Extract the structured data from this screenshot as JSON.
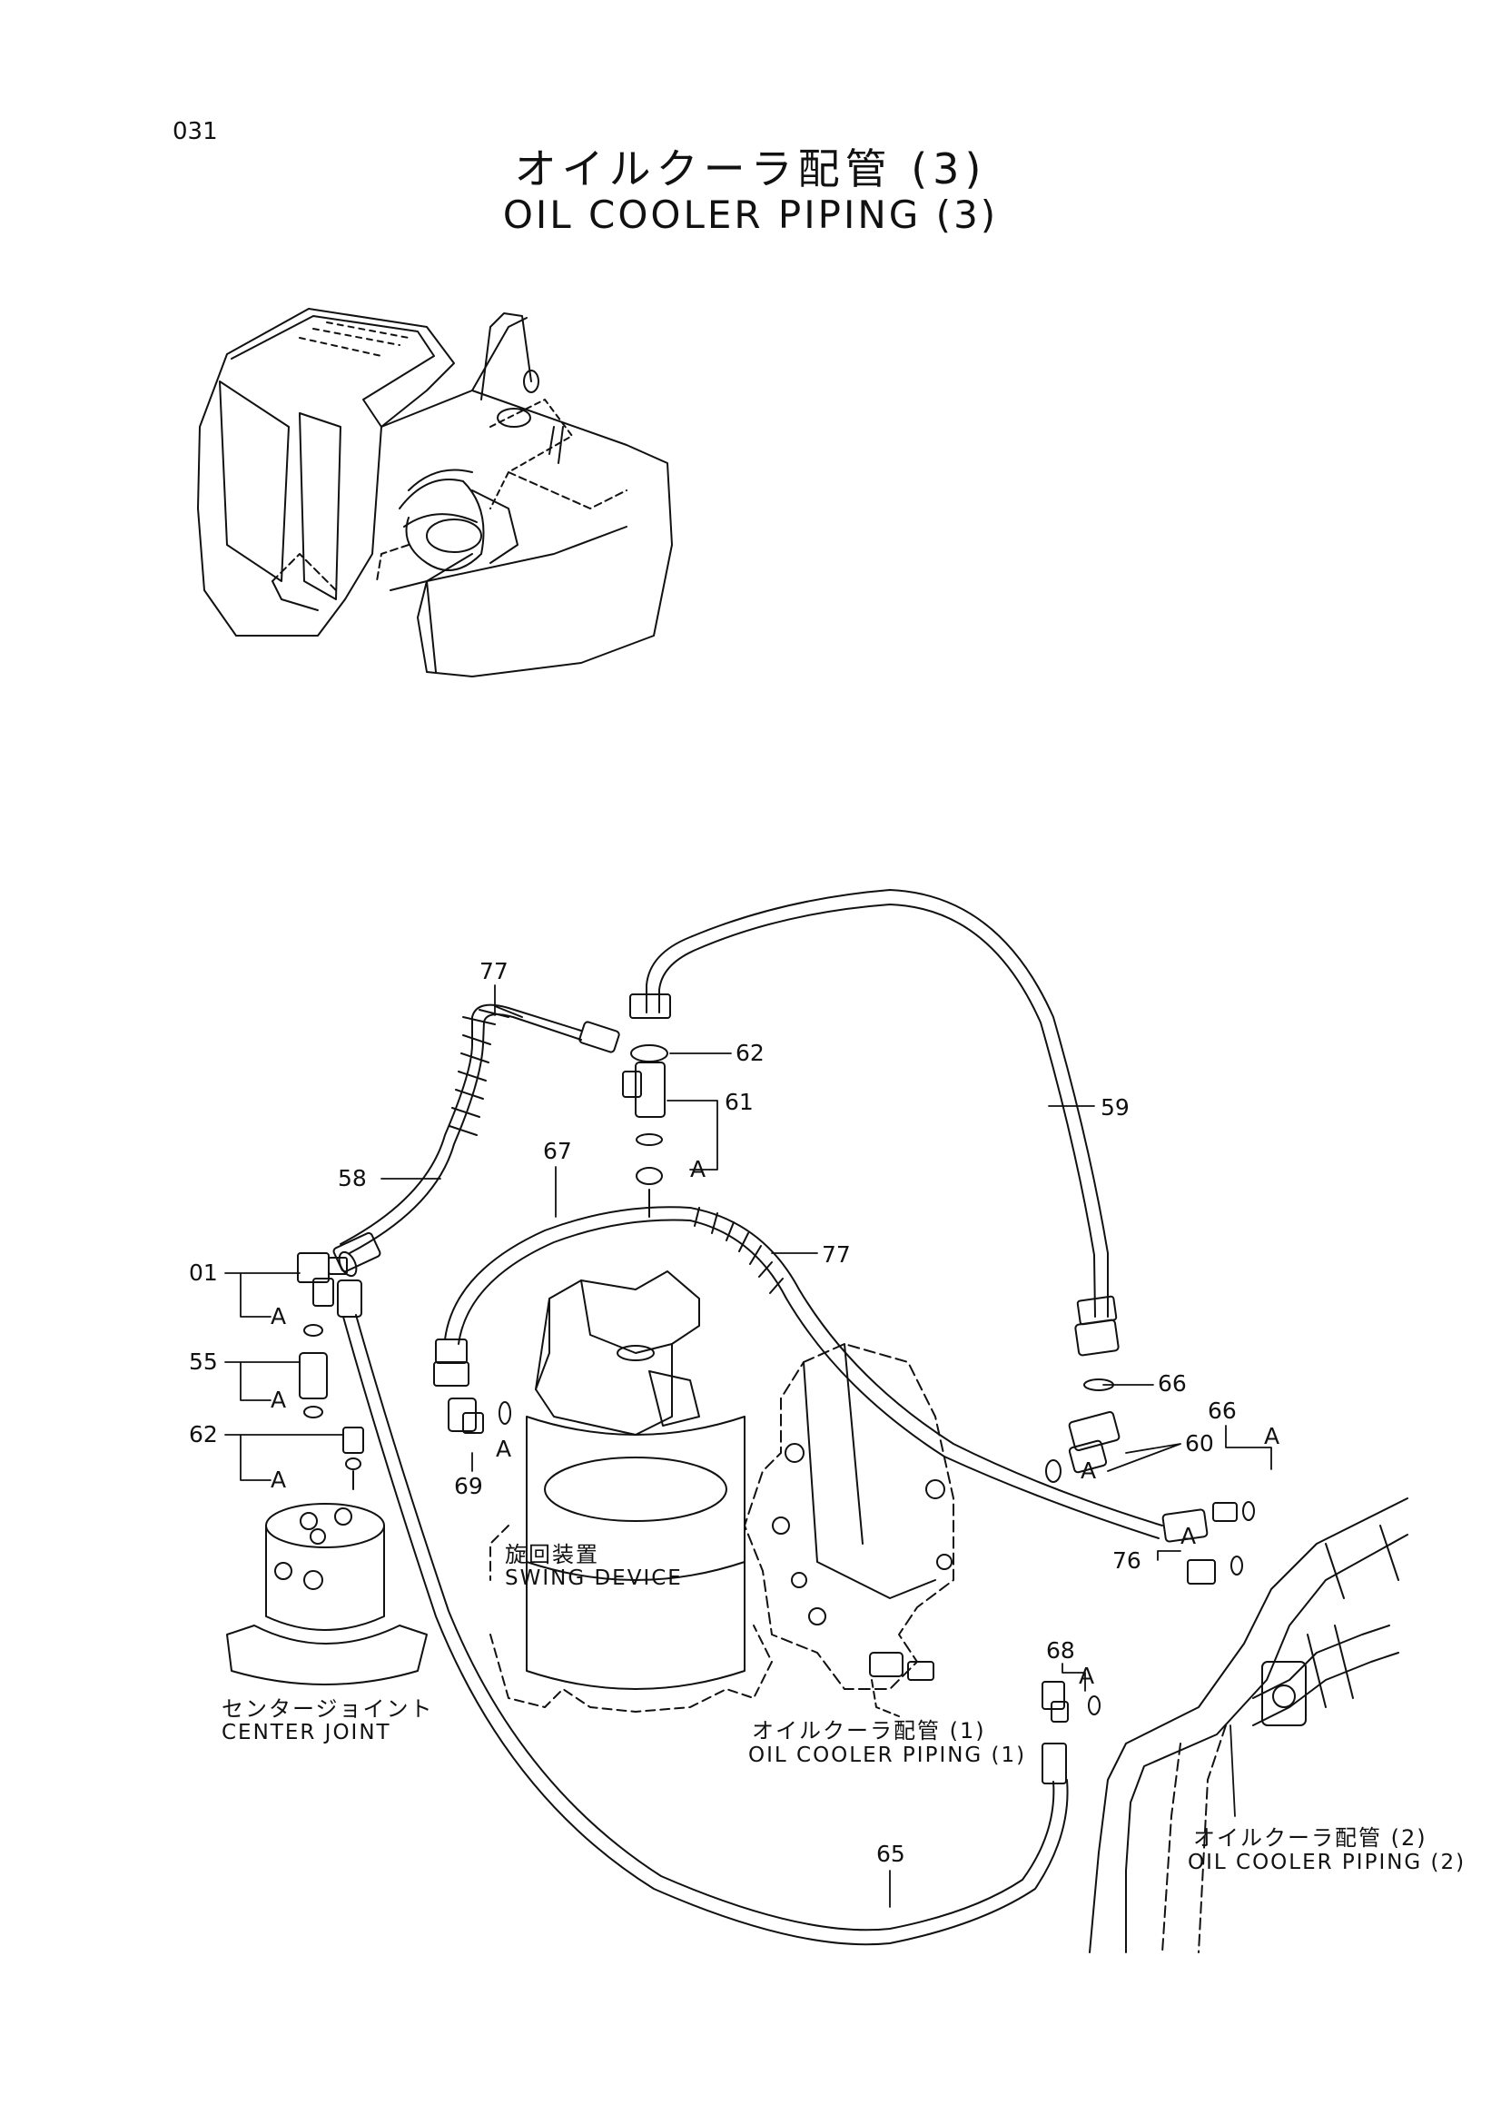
{
  "page_number": "031",
  "title": {
    "jp": "オイルクーラ配管 (3)",
    "en": "OIL COOLER PIPING (3)"
  },
  "part_callouts": [
    "77",
    "62",
    "61",
    "59",
    "67",
    "58",
    "77",
    "01",
    "55",
    "66",
    "62",
    "60",
    "66",
    "69",
    "76",
    "68",
    "65"
  ],
  "connection_letter": "A",
  "component_labels": {
    "swing_device": {
      "jp": "旋回装置",
      "en": "SWING DEVICE"
    },
    "center_joint": {
      "jp": "センタージョイント",
      "en": "CENTER JOINT"
    },
    "oil_cooler_piping_1": {
      "jp": "オイルクーラ配管 (1)",
      "en": "OIL COOLER PIPING (1)"
    },
    "oil_cooler_piping_2": {
      "jp": "オイルクーラ配管 (2)",
      "en": "OIL COOLER PIPING (2)"
    }
  }
}
